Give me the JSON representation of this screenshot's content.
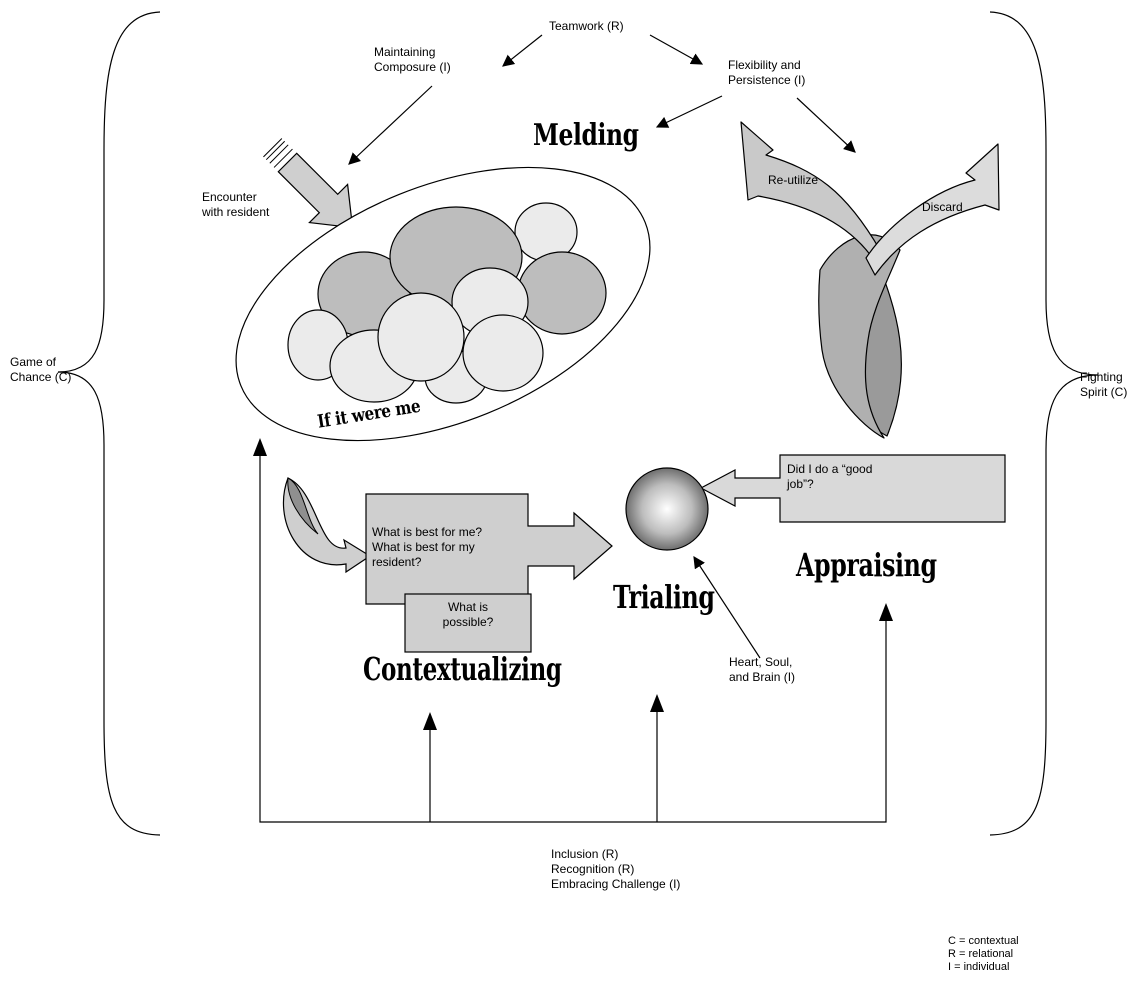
{
  "labels": {
    "teamwork": "Teamwork (R)",
    "maintaining_1": "Maintaining",
    "maintaining_2": "Composure (I)",
    "flex_1": "Flexibility and",
    "flex_2": "Persistence (I)",
    "encounter_1": "Encounter",
    "encounter_2": "with resident",
    "game_1": "Game of",
    "game_2": "Chance (C)",
    "fighting_1": "Fighting",
    "fighting_2": "Spirit (C)",
    "reutilize": "Re-utilize",
    "discard": "Discard",
    "good_job_1": "Did I do a “good",
    "good_job_2": "job”?",
    "best_1": "What is best for me?",
    "best_2": "What is best for my",
    "best_3": "resident?",
    "possible_1": "What is",
    "possible_2": "possible?",
    "heart_1": "Heart, Soul,",
    "heart_2": "and Brain (I)",
    "inclusion_1": "Inclusion (R)",
    "inclusion_2": "Recognition (R)",
    "inclusion_3": "Embracing Challenge (I)",
    "legend_1": "C = contextual",
    "legend_2": "R = relational",
    "legend_3": "I = individual"
  },
  "stages": {
    "melding": "Melding",
    "if_it_were_me": "If it were me",
    "contextualizing": "Contextualizing",
    "trialing": "Trialing",
    "appraising": "Appraising"
  }
}
